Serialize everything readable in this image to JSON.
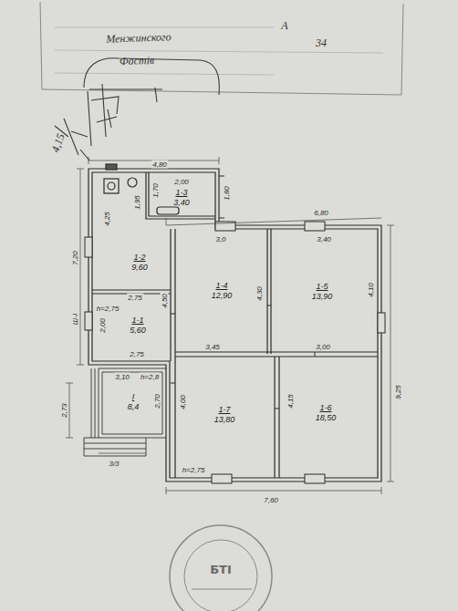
{
  "diagram": {
    "nodes": [
      {
        "text": [
          "1-3",
          "3,40"
        ]
      },
      {
        "text": [
          "1-2",
          "9,60"
        ]
      },
      {
        "text": [
          "1-4",
          "12,90"
        ]
      },
      {
        "text": [
          "1-5",
          "13,90"
        ]
      },
      {
        "text": [
          "1-1",
          "5,60"
        ]
      },
      {
        "text": [
          "1-7",
          "13,80"
        ]
      },
      {
        "text": [
          "1-6",
          "18,50"
        ]
      },
      {
        "text": [
          "I",
          "8,4"
        ]
      }
    ],
    "labels": [
      "А",
      "Менжинского",
      "34",
      "Фастів",
      "4,15",
      "4,80",
      "2,00",
      "1,95",
      "1,70",
      "1,80",
      "4,25",
      "7,20",
      "2,75",
      "h=2,75",
      "4,50",
      "2,00",
      "Ш-I",
      "2,75",
      "3,10",
      "h=2,8",
      "2,73",
      "2,70",
      "3/3",
      "3,0",
      "4,30",
      "3,45",
      "6,80",
      "3,40",
      "4,10",
      "9,25",
      "3,00",
      "4,00",
      "4,15",
      "h=2,75",
      "7,60",
      "БТІ"
    ]
  }
}
